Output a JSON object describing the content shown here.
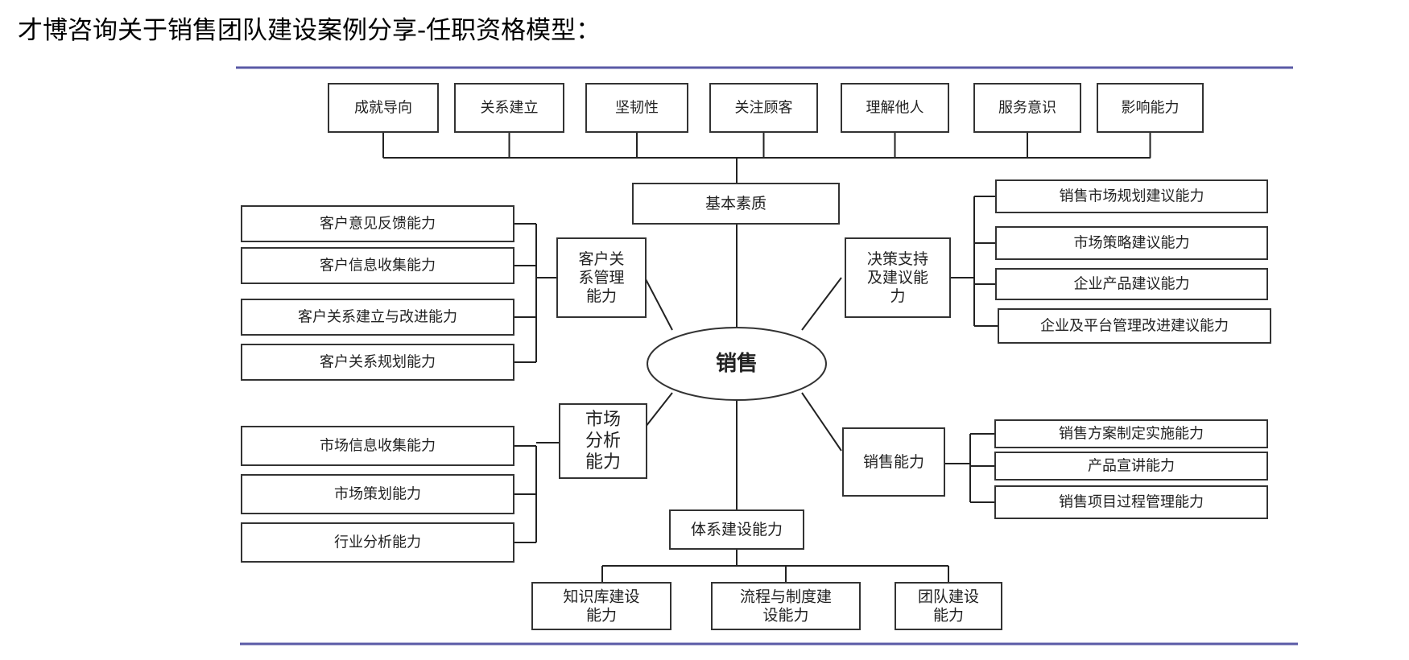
{
  "title": "才博咨询关于销售团队建设案例分享-任职资格模型：",
  "diagram": {
    "center": "销售",
    "top_row": [
      "成就导向",
      "关系建立",
      "坚韧性",
      "关注顾客",
      "理解他人",
      "服务意识",
      "影响能力"
    ],
    "groups": {
      "basic": {
        "label": [
          "基本素质"
        ]
      },
      "crm": {
        "label": [
          "客户关",
          "系管理",
          "能力"
        ],
        "items": [
          "客户意见反馈能力",
          "客户信息收集能力",
          "客户关系建立与改进能力",
          "客户关系规划能力"
        ]
      },
      "decision": {
        "label": [
          "决策支持",
          "及建议能",
          "力"
        ],
        "items": [
          "销售市场规划建议能力",
          "市场策略建议能力",
          "企业产品建议能力",
          "企业及平台管理改进建议能力"
        ]
      },
      "market": {
        "label": [
          "市场",
          "分析",
          "能力"
        ],
        "items": [
          "市场信息收集能力",
          "市场策划能力",
          "行业分析能力"
        ]
      },
      "sales": {
        "label": [
          "销售能力"
        ],
        "items": [
          "销售方案制定实施能力",
          "产品宣讲能力",
          "销售项目过程管理能力"
        ]
      },
      "system": {
        "label": [
          "体系建设能力"
        ],
        "items": [
          [
            "知识库建设",
            "能力"
          ],
          [
            "流程与制度建",
            "设能力"
          ],
          [
            "团队建设",
            "能力"
          ]
        ]
      }
    }
  },
  "colors": {
    "rule": "#5a5aa6",
    "border": "#333333"
  }
}
